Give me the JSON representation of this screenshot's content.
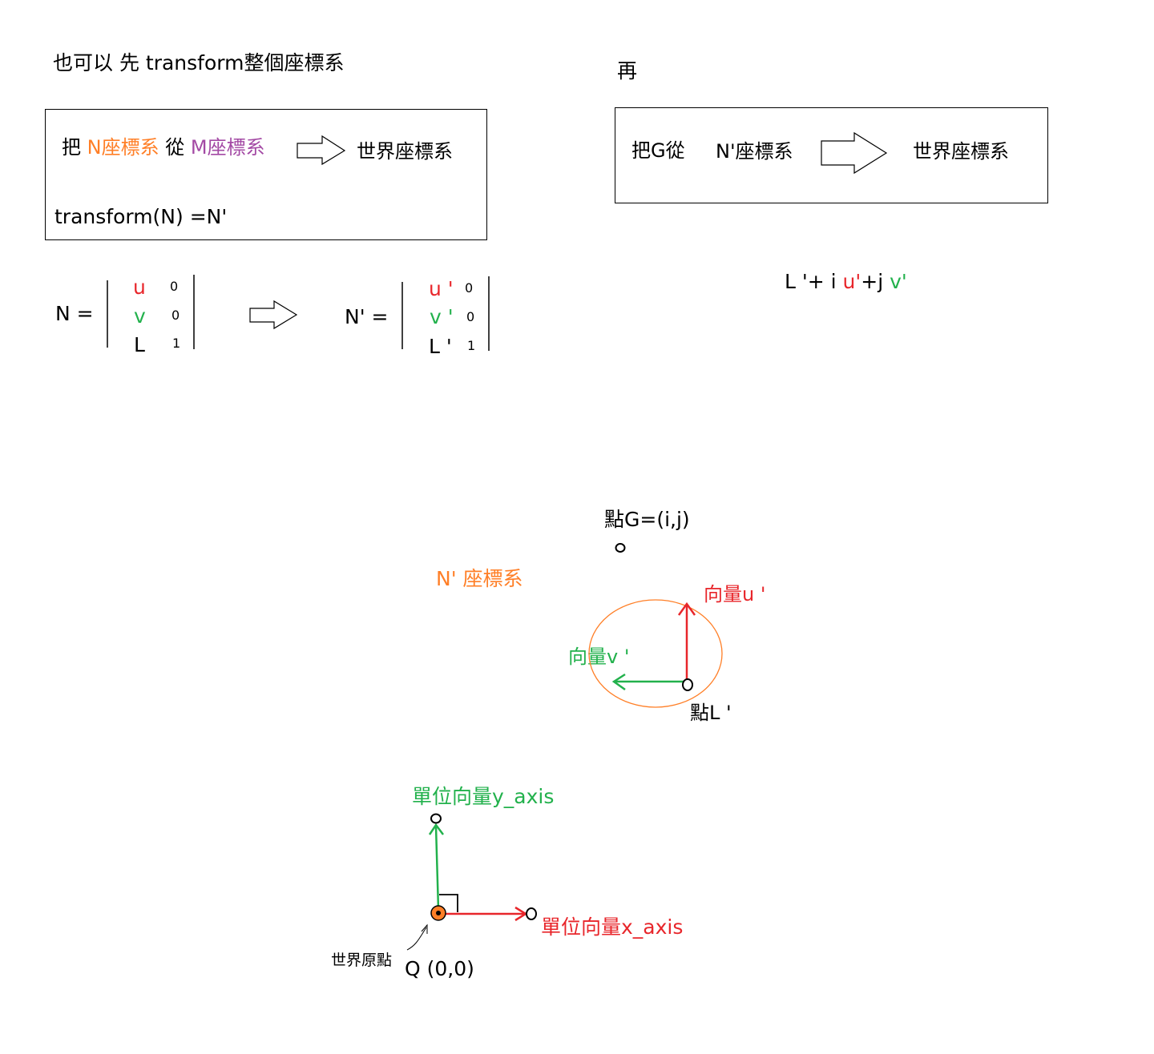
{
  "colors": {
    "red": "#e8262b",
    "green": "#22b14c",
    "orange": "#ff7f27",
    "purple": "#a349a4",
    "black": "#000000"
  },
  "header": {
    "left": "也可以 先  transform整個座標系",
    "right": "再"
  },
  "box1": {
    "prefix": "把",
    "n_frame": "N座標系",
    "from": "從",
    "m_frame": "M座標系",
    "to": "世界座標系",
    "formula": "transform(N) =N'"
  },
  "box2": {
    "prefix": "把G從",
    "frame": "N'座標系",
    "to": "世界座標系"
  },
  "matrixN": {
    "label": "N =",
    "rows": [
      {
        "symbol": "u",
        "value": "0"
      },
      {
        "symbol": "v",
        "value": "0"
      },
      {
        "symbol": "L",
        "value": "1"
      }
    ]
  },
  "matrixNp": {
    "label": "N' =",
    "rows": [
      {
        "symbol": "u '",
        "value": "0"
      },
      {
        "symbol": "v '",
        "value": "0"
      },
      {
        "symbol": "L '",
        "value": "1"
      }
    ]
  },
  "expression": {
    "p1": "L '+ i ",
    "u": "u'",
    "p2": "+j ",
    "v": "v'"
  },
  "local_frame": {
    "point_g": "點G=(i,j)",
    "frame_label": "N' 座標系",
    "vector_u": "向量u '",
    "vector_v": "向量v '",
    "point_l": "點L '"
  },
  "world_frame": {
    "y_axis": "單位向量y_axis",
    "x_axis": "單位向量x_axis",
    "origin_note": "世界原點",
    "origin": "Q (0,0)"
  },
  "icons": [
    "hollow-arrow-icon",
    "arrowhead-icon",
    "right-angle-icon"
  ]
}
